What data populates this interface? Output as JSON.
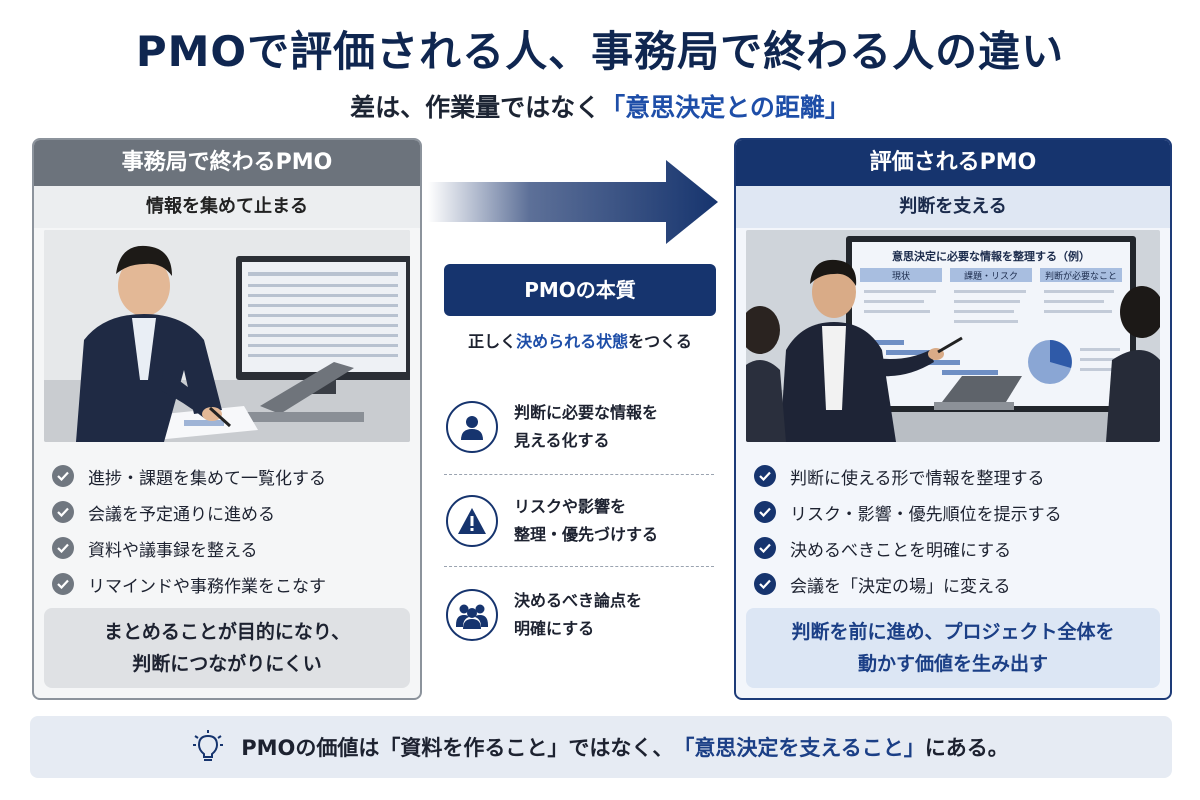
{
  "header": {
    "title": "PMOで評価される人、事務局で終わる人の違い",
    "subtitle_lead": "差は、作業量ではなく",
    "subtitle_accent": "「意思決定との距離」"
  },
  "left_panel": {
    "title": "事務局で終わるPMO",
    "subtitle": "情報を集めて止まる",
    "checks": [
      "進捗・課題を集めて一覧化する",
      "会議を予定通りに進める",
      "資料や議事録を整える",
      "リマインドや事務作業をこなす"
    ],
    "result_line1": "まとめることが目的になり、",
    "result_line2": "判断につながりにくい"
  },
  "center": {
    "head": "PMOの本質",
    "sub_lead": "正しく",
    "sub_accent": "決められる状態",
    "sub_tail": "をつくる",
    "points": [
      {
        "icon": "person-icon",
        "line1": "判断に必要な情報を",
        "line2": "見える化する"
      },
      {
        "icon": "warning-icon",
        "line1": "リスクや影響を",
        "line2": "整理・優先づけする"
      },
      {
        "icon": "team-icon",
        "line1": "決めるべき論点を",
        "line2": "明確にする"
      }
    ]
  },
  "right_panel": {
    "title": "評価されるPMO",
    "subtitle": "判断を支える",
    "screen_title": "意思決定に必要な情報を整理する（例）",
    "screen_cols": [
      "現状",
      "課題・リスク",
      "判断が必要なこと"
    ],
    "checks": [
      "判断に使える形で情報を整理する",
      "リスク・影響・優先順位を提示する",
      "決めるべきことを明確にする",
      "会議を「決定の場」に変える"
    ],
    "result_line1": "判断を前に進め、プロジェクト全体を",
    "result_line2": "動かす価値を生み出す"
  },
  "footer": {
    "lead": "PMOの価値は",
    "quote1": "「資料を作ること」",
    "mid": "ではなく、",
    "quote2": "「意思決定を支えること」",
    "tail": "にある。"
  },
  "colors": {
    "navy": "#16346e",
    "accent_blue": "#1e4ea8",
    "gray_head": "#6c737c"
  }
}
